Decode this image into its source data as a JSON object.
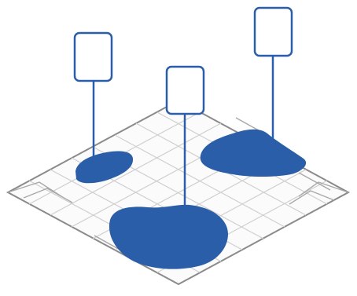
{
  "colors": {
    "background": "#ffffff",
    "map_outline": "#8a8a8a",
    "map_grid": "#cfcfcf",
    "map_fill": "#fbfbfb",
    "accent_blue": "#2b5ea8",
    "callout_fill": "#ffffff"
  },
  "diagram": {
    "kind": "isometric-map-with-callouts",
    "regions": [
      {
        "id": "region-left",
        "label": ""
      },
      {
        "id": "region-center",
        "label": ""
      },
      {
        "id": "region-right",
        "label": ""
      }
    ],
    "callouts": [
      {
        "id": "callout-left",
        "label": ""
      },
      {
        "id": "callout-center",
        "label": ""
      },
      {
        "id": "callout-right",
        "label": ""
      }
    ]
  }
}
